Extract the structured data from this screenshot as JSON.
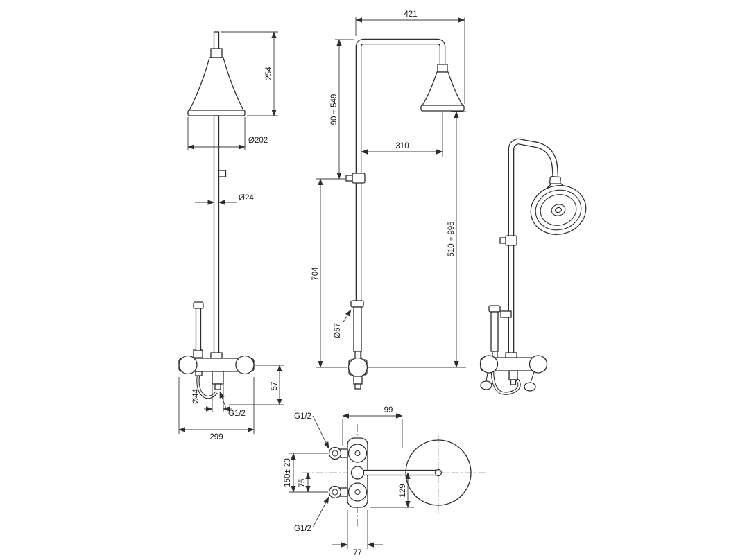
{
  "colors": {
    "line": "#2d2d2d",
    "background": "#ffffff"
  },
  "drawing": {
    "views": {
      "front": {
        "dim_head_height": "254",
        "dim_head_diameter": "Ø202",
        "dim_pipe_diameter": "Ø24",
        "dim_connector_diameter": "Ø44",
        "dim_outlet_thread": "G1/2",
        "dim_outlet_drop": "57",
        "dim_body_width": "299"
      },
      "side": {
        "dim_arm_reach": "421",
        "dim_height_range_upper": "90 ÷ 549",
        "dim_arm_projection": "310",
        "dim_lower_column": "704",
        "dim_height_range_total": "510 ÷ 995",
        "dim_handshower_diameter": "Ø67"
      },
      "plan": {
        "dim_depth": "99",
        "dim_inlet_thread_top": "G1/2",
        "dim_inlet_span": "150± 20",
        "dim_inlet_half_span": "75",
        "dim_head_offset": "129",
        "dim_inlet_thread_bottom": "G1/2",
        "dim_body_thickness": "77"
      }
    }
  }
}
